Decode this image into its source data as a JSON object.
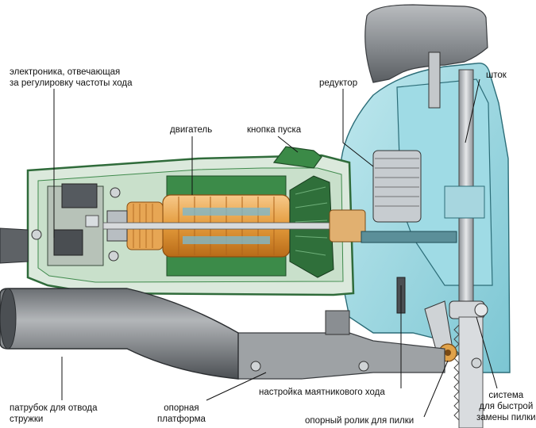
{
  "labels": {
    "electronics": "электроника, отвечающая\nза регулировку частоты хода",
    "reducer": "редуктор",
    "rod": "шток",
    "motor": "двигатель",
    "start_button": "кнопка пуска",
    "dust_port": "патрубок для отвода\nстружки",
    "base_plate": "опорная\nплатформа",
    "pendulum_adjust": "настройка маятникового хода",
    "support_roller": "опорный ролик для пилки",
    "quick_change": "система\nдля быстрой\nзамены пилки"
  },
  "colors": {
    "housing_green": "#2f6b3a",
    "housing_light": "#d7ead8",
    "gearbox_blue": "#8fd3df",
    "gearbox_dark": "#3e8f9c",
    "armature_orange": "#e39a3b",
    "steel_gray": "#8a8f94",
    "handle_gray": "#6f7377"
  }
}
